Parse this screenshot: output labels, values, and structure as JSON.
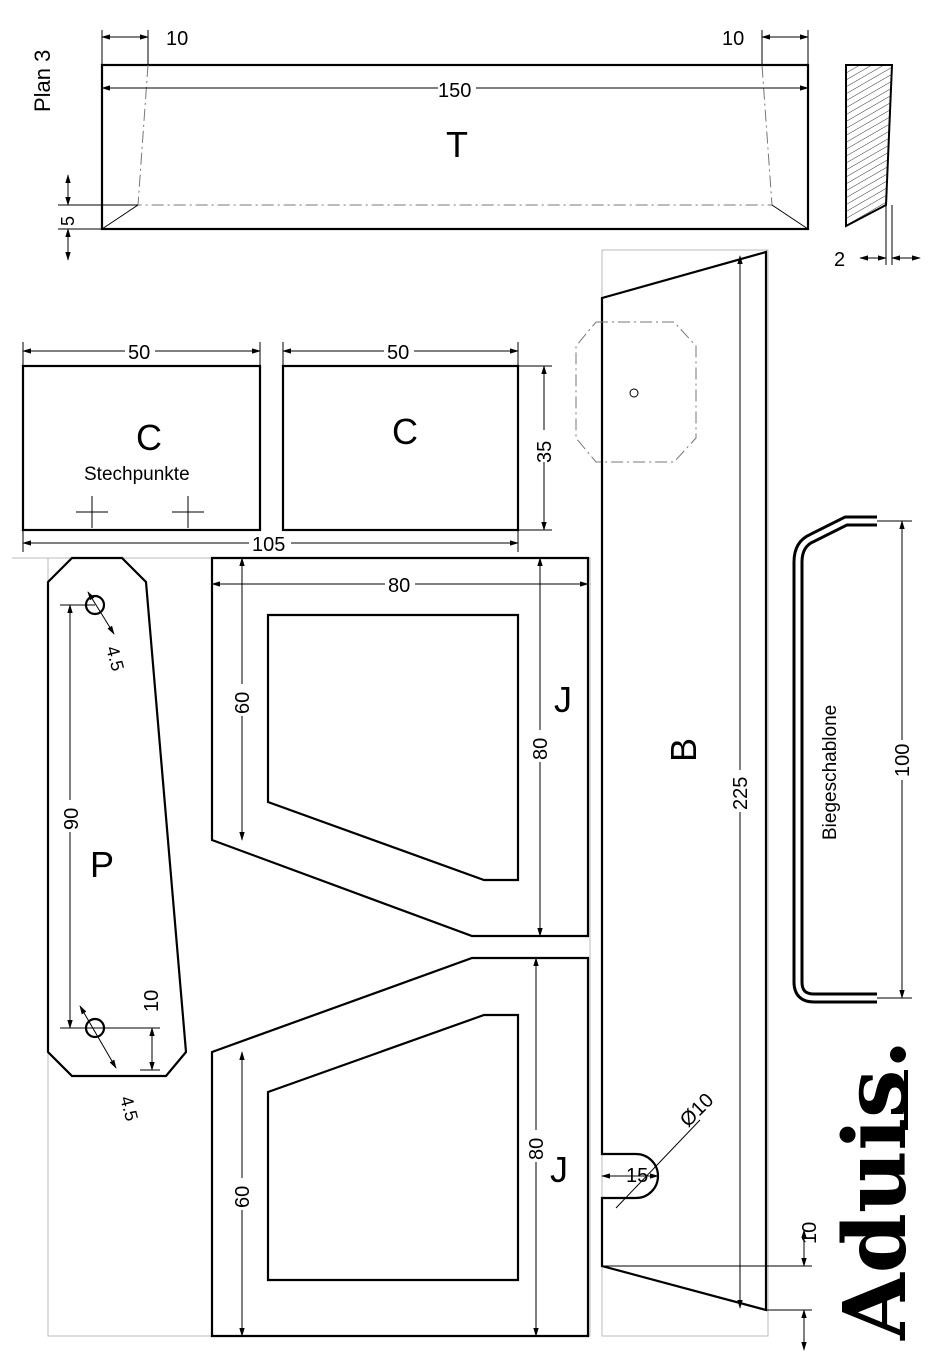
{
  "plan_label": "Plan 3",
  "parts": {
    "T": "T",
    "C_left": "C",
    "C_left_note": "Stechpunkte",
    "C_right": "C",
    "P": "P",
    "J_top": "J",
    "J_bottom": "J",
    "B": "B",
    "template": "Biegeschablone"
  },
  "dims": {
    "t_inset_left": "10",
    "t_inset_right": "10",
    "t_length": "150",
    "t_height": "5",
    "side_thickness": "2",
    "c_left_width": "50",
    "c_right_width": "50",
    "c_height": "35",
    "c_total": "105",
    "p_hole_top": "4.5",
    "p_hole_bottom": "4.5",
    "p_spacing": "90",
    "p_end": "10",
    "j_top_width": "80",
    "j_top_inner": "60",
    "j_top_height": "80",
    "j_bottom_inner": "60",
    "j_bottom_height": "80",
    "b_length": "225",
    "b_end": "10",
    "b_slot_width": "15",
    "b_slot_diameter": "Ø10",
    "template_length": "100"
  },
  "brand": "Aduis."
}
